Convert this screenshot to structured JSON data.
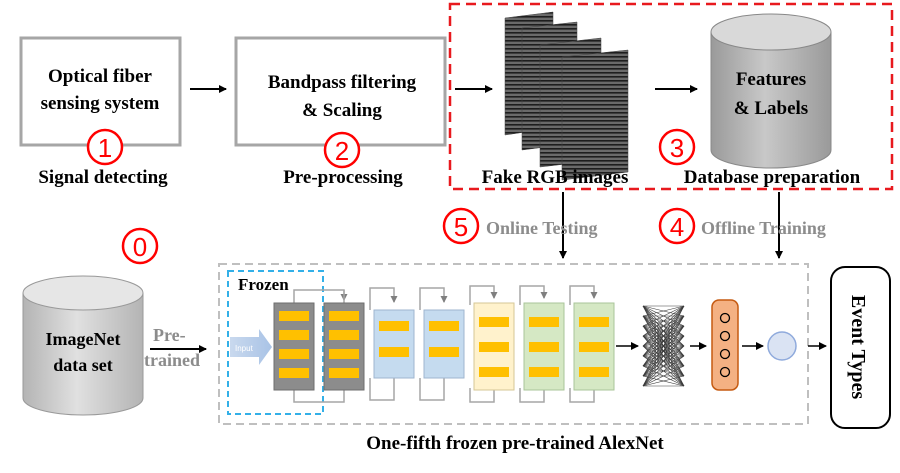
{
  "stages": {
    "stage1": {
      "lines": [
        "Optical fiber",
        "sensing system"
      ],
      "caption": "Signal detecting",
      "number": "1"
    },
    "stage2": {
      "lines": [
        "Bandpass filtering",
        "& Scaling"
      ],
      "caption": "Pre-processing",
      "number": "2"
    },
    "stage3": {
      "number": "3",
      "images_caption": "Fake RGB images",
      "db_caption": "Database preparation",
      "db_lines": [
        "Features",
        "& Labels"
      ]
    }
  },
  "flows": {
    "online": {
      "number": "5",
      "label": "Online Testing"
    },
    "offline": {
      "number": "4",
      "label": "Offline Training"
    }
  },
  "pretrain": {
    "number": "0",
    "db_lines": [
      "ImageNet",
      "data set"
    ],
    "arrow_label_lines": [
      "Pre-",
      "trained"
    ]
  },
  "network": {
    "frozen_label": "Frozen",
    "input_label": "Input",
    "caption": "One-fifth frozen pre-trained AlexNet",
    "output_label": "Event Types"
  },
  "colors": {
    "highlight_red": "#e8191e",
    "circle_red": "#ff0000",
    "box_border": "#a6a6a6",
    "frozen_border": "#33b0e8",
    "layer_gray": "#8c8c8c",
    "layer_blue": "#c5dbef",
    "layer_yellow": "#fff2cc",
    "layer_green": "#d5e8c4",
    "unit_orange": "#ffc000",
    "fc_orange": "#f4b183",
    "output_node": "#dae3f3",
    "cylinder_gray": "#b5b5b5",
    "label_gray": "#8c8c8c"
  }
}
